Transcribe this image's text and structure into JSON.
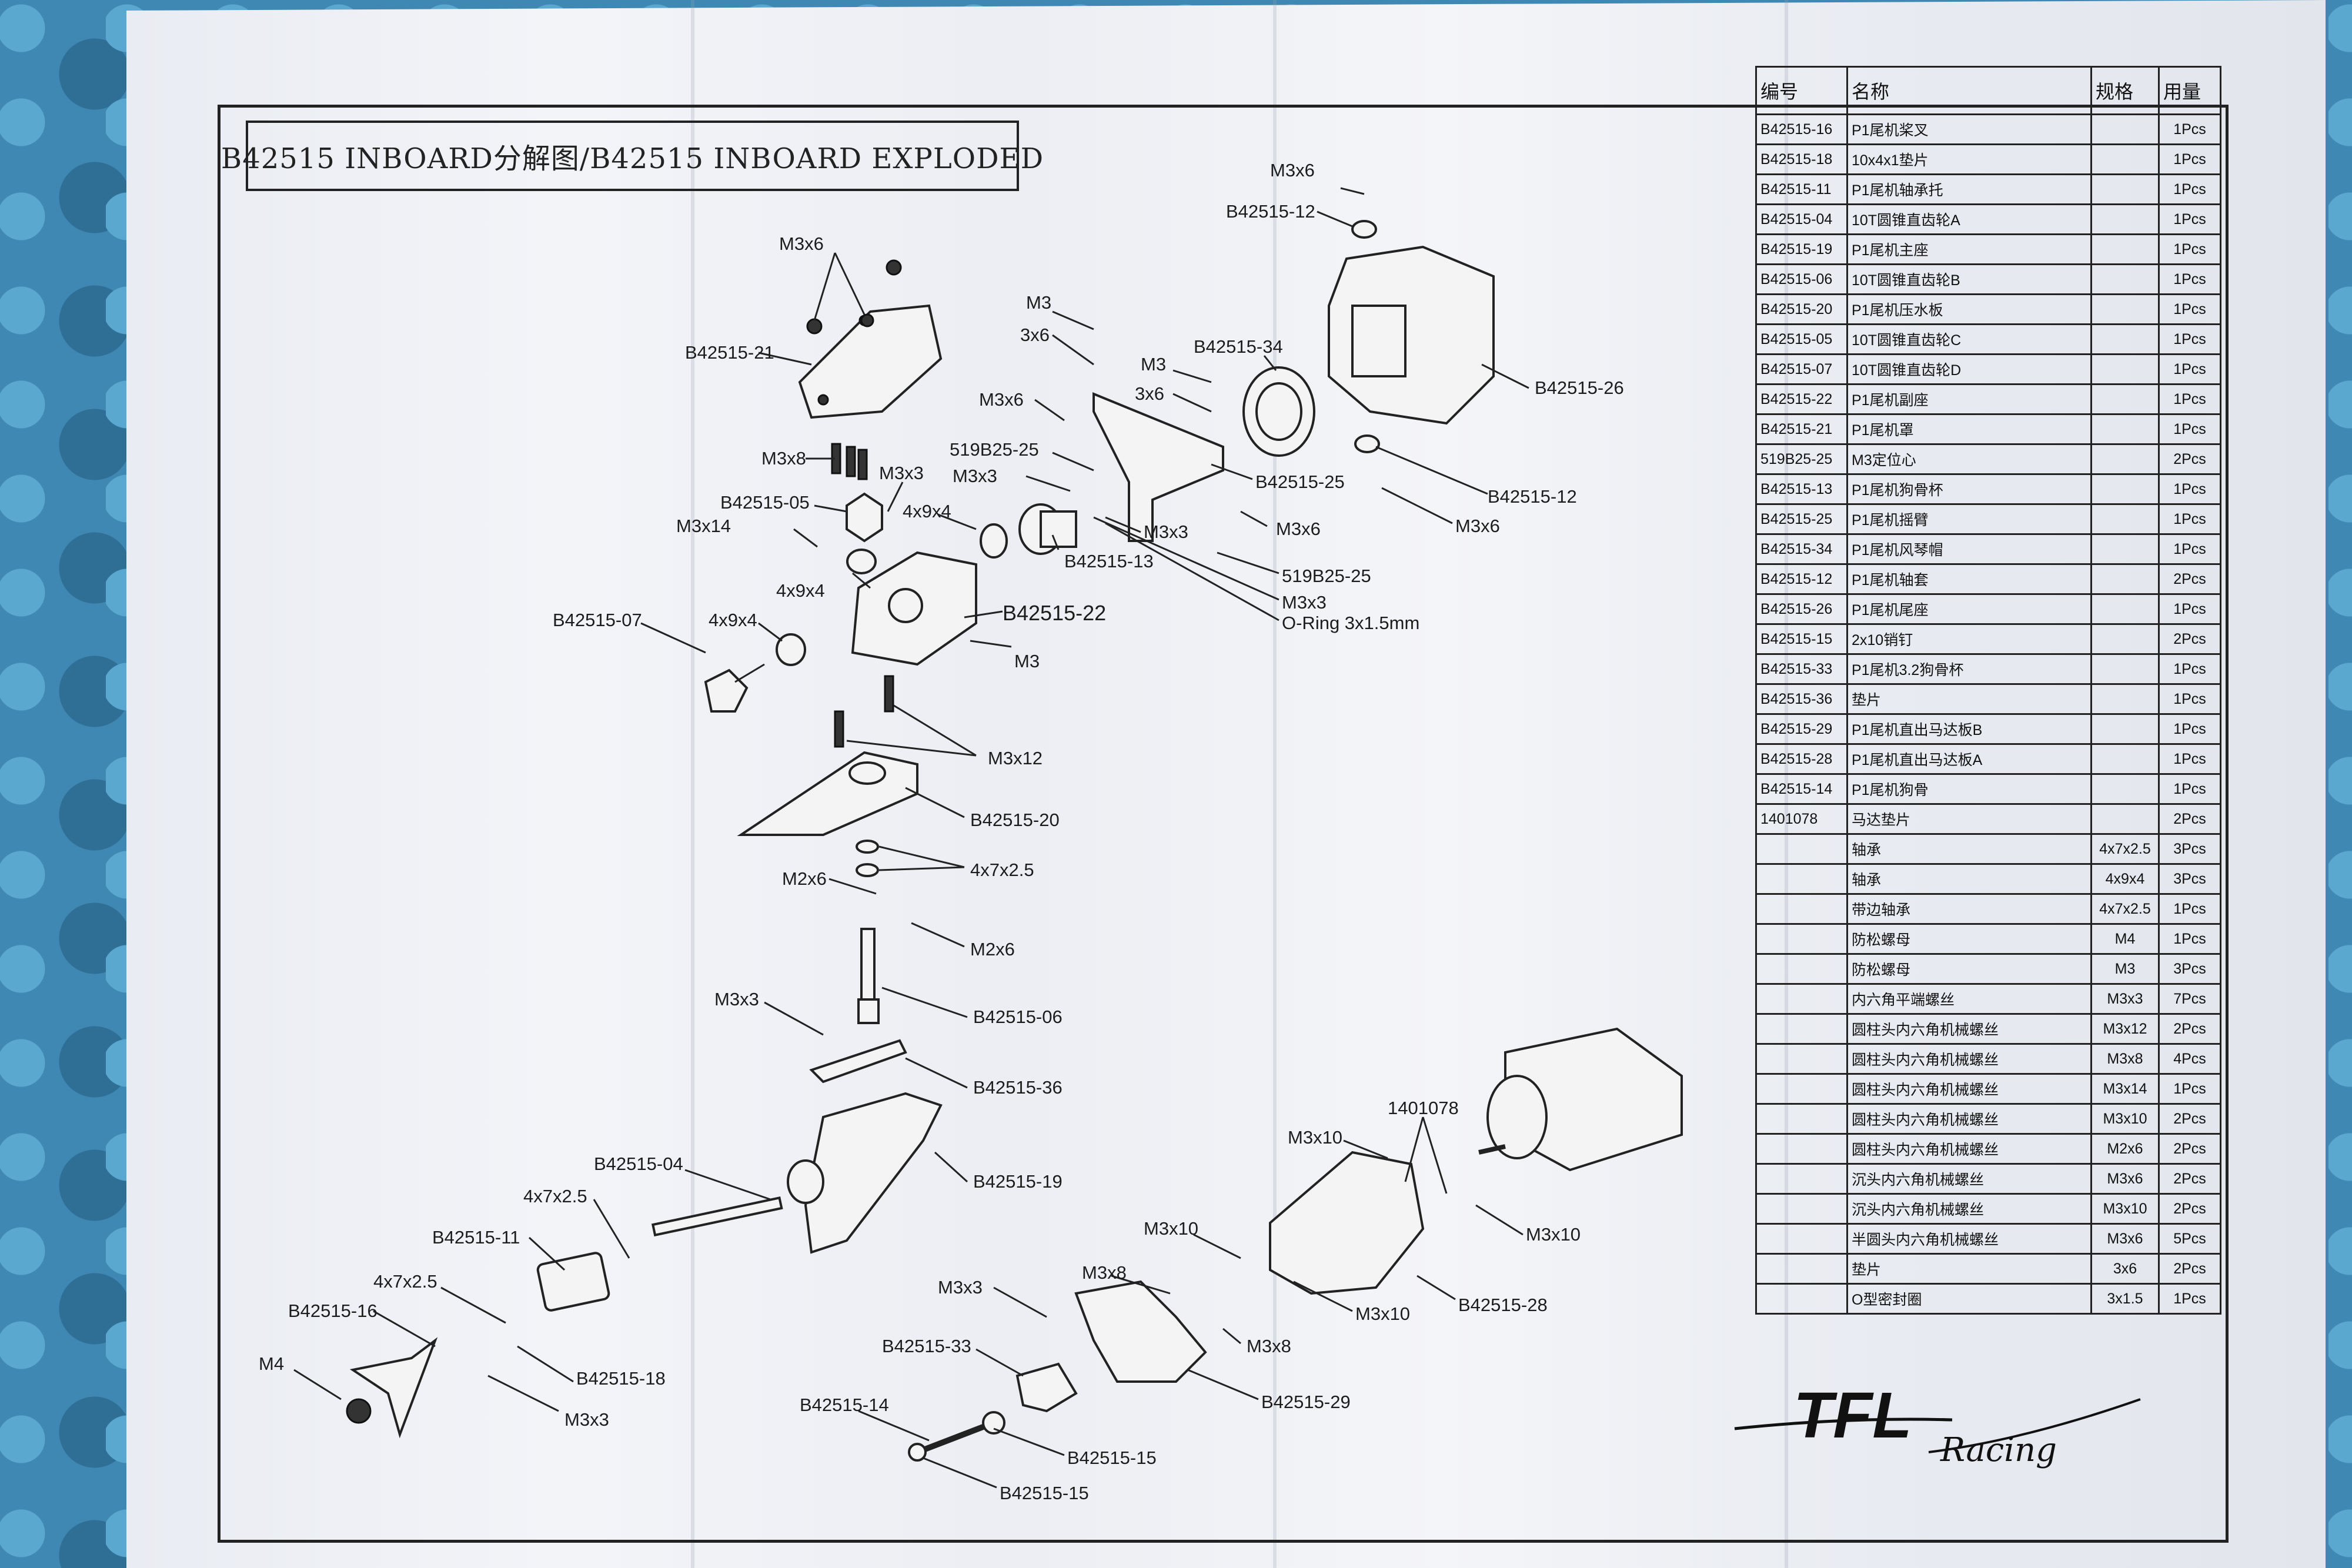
{
  "title": "B42515 INBOARD分解图/B42515 INBOARD EXPLODED",
  "bom": {
    "headers": [
      "编号",
      "名称",
      "规格",
      "用量"
    ],
    "rows": [
      {
        "code": "B42515-16",
        "name": "P1尾机桨叉",
        "spec": "",
        "qty": "1Pcs"
      },
      {
        "code": "B42515-18",
        "name": "10x4x1垫片",
        "spec": "",
        "qty": "1Pcs"
      },
      {
        "code": "B42515-11",
        "name": "P1尾机轴承托",
        "spec": "",
        "qty": "1Pcs"
      },
      {
        "code": "B42515-04",
        "name": "10T圆锥直齿轮A",
        "spec": "",
        "qty": "1Pcs"
      },
      {
        "code": "B42515-19",
        "name": "P1尾机主座",
        "spec": "",
        "qty": "1Pcs"
      },
      {
        "code": "B42515-06",
        "name": "10T圆锥直齿轮B",
        "spec": "",
        "qty": "1Pcs"
      },
      {
        "code": "B42515-20",
        "name": "P1尾机压水板",
        "spec": "",
        "qty": "1Pcs"
      },
      {
        "code": "B42515-05",
        "name": "10T圆锥直齿轮C",
        "spec": "",
        "qty": "1Pcs"
      },
      {
        "code": "B42515-07",
        "name": "10T圆锥直齿轮D",
        "spec": "",
        "qty": "1Pcs"
      },
      {
        "code": "B42515-22",
        "name": "P1尾机副座",
        "spec": "",
        "qty": "1Pcs"
      },
      {
        "code": "B42515-21",
        "name": "P1尾机罩",
        "spec": "",
        "qty": "1Pcs"
      },
      {
        "code": "519B25-25",
        "name": "M3定位心",
        "spec": "",
        "qty": "2Pcs"
      },
      {
        "code": "B42515-13",
        "name": "P1尾机狗骨杯",
        "spec": "",
        "qty": "1Pcs"
      },
      {
        "code": "B42515-25",
        "name": "P1尾机摇臂",
        "spec": "",
        "qty": "1Pcs"
      },
      {
        "code": "B42515-34",
        "name": "P1尾机风琴帽",
        "spec": "",
        "qty": "1Pcs"
      },
      {
        "code": "B42515-12",
        "name": "P1尾机轴套",
        "spec": "",
        "qty": "2Pcs"
      },
      {
        "code": "B42515-26",
        "name": "P1尾机尾座",
        "spec": "",
        "qty": "1Pcs"
      },
      {
        "code": "B42515-15",
        "name": "2x10销钉",
        "spec": "",
        "qty": "2Pcs"
      },
      {
        "code": "B42515-33",
        "name": "P1尾机3.2狗骨杯",
        "spec": "",
        "qty": "1Pcs"
      },
      {
        "code": "B42515-36",
        "name": "垫片",
        "spec": "",
        "qty": "1Pcs"
      },
      {
        "code": "B42515-29",
        "name": "P1尾机直出马达板B",
        "spec": "",
        "qty": "1Pcs"
      },
      {
        "code": "B42515-28",
        "name": "P1尾机直出马达板A",
        "spec": "",
        "qty": "1Pcs"
      },
      {
        "code": "B42515-14",
        "name": "P1尾机狗骨",
        "spec": "",
        "qty": "1Pcs"
      },
      {
        "code": "1401078",
        "name": "马达垫片",
        "spec": "",
        "qty": "2Pcs"
      },
      {
        "code": "",
        "name": "轴承",
        "spec": "4x7x2.5",
        "qty": "3Pcs"
      },
      {
        "code": "",
        "name": "轴承",
        "spec": "4x9x4",
        "qty": "3Pcs"
      },
      {
        "code": "",
        "name": "带边轴承",
        "spec": "4x7x2.5",
        "qty": "1Pcs"
      },
      {
        "code": "",
        "name": "防松螺母",
        "spec": "M4",
        "qty": "1Pcs"
      },
      {
        "code": "",
        "name": "防松螺母",
        "spec": "M3",
        "qty": "3Pcs"
      },
      {
        "code": "",
        "name": "内六角平端螺丝",
        "spec": "M3x3",
        "qty": "7Pcs"
      },
      {
        "code": "",
        "name": "圆柱头内六角机械螺丝",
        "spec": "M3x12",
        "qty": "2Pcs"
      },
      {
        "code": "",
        "name": "圆柱头内六角机械螺丝",
        "spec": "M3x8",
        "qty": "4Pcs"
      },
      {
        "code": "",
        "name": "圆柱头内六角机械螺丝",
        "spec": "M3x14",
        "qty": "1Pcs"
      },
      {
        "code": "",
        "name": "圆柱头内六角机械螺丝",
        "spec": "M3x10",
        "qty": "2Pcs"
      },
      {
        "code": "",
        "name": "圆柱头内六角机械螺丝",
        "spec": "M2x6",
        "qty": "2Pcs"
      },
      {
        "code": "",
        "name": "沉头内六角机械螺丝",
        "spec": "M3x6",
        "qty": "2Pcs"
      },
      {
        "code": "",
        "name": "沉头内六角机械螺丝",
        "spec": "M3x10",
        "qty": "2Pcs"
      },
      {
        "code": "",
        "name": "半圆头内六角机械螺丝",
        "spec": "M3x6",
        "qty": "5Pcs"
      },
      {
        "code": "",
        "name": "垫片",
        "spec": "3x6",
        "qty": "2Pcs"
      },
      {
        "code": "",
        "name": "O型密封圈",
        "spec": "3x1.5",
        "qty": "1Pcs"
      }
    ]
  },
  "labels": {
    "m3x6_a": "M3x6",
    "b21": "B42515-21",
    "m3x8_a": "M3x8",
    "m3x3_a": "M3x3",
    "b05": "B42515-05",
    "m3x14": "M3x14",
    "x4x9x4_a": "4x9x4",
    "x4x9x4_b": "4x9x4",
    "b07": "B42515-07",
    "x4x9x4_c": "4x9x4",
    "b22": "B42515-22",
    "m3_a": "M3",
    "b13": "B42515-13",
    "m3_b": "M3",
    "x3x6_a": "3x6",
    "m3x6_b": "M3x6",
    "m3_c": "M3",
    "x3x6_b": "3x6",
    "b34": "B42515-34",
    "r25_a": "519B25-25",
    "m3x3_b": "M3x3",
    "b25": "B42515-25",
    "m3x3_c": "M3x3",
    "m3x6_c": "M3x6",
    "r25_b": "519B25-25",
    "m3x3_d": "M3x3",
    "oring": "O-Ring 3x1.5mm",
    "m3x6_d": "M3x6",
    "b12_a": "B42515-12",
    "b26": "B42515-26",
    "b12_b": "B42515-12",
    "m3x6_e": "M3x6",
    "m3x12": "M3x12",
    "b20": "B42515-20",
    "x4x7x25_a": "4x7x2.5",
    "m2x6_a": "M2x6",
    "m2x6_b": "M2x6",
    "m3x3_e": "M3x3",
    "b06": "B42515-06",
    "b36": "B42515-36",
    "b04": "B42515-04",
    "b19": "B42515-19",
    "x4x7x25_b": "4x7x2.5",
    "b11": "B42515-11",
    "x4x7x25_c": "4x7x2.5",
    "b16": "B42515-16",
    "b18": "B42515-18",
    "m4": "M4",
    "m3x3_f": "M3x3",
    "m3x10_a": "M3x10",
    "r1401078": "1401078",
    "m3x10_b": "M3x10",
    "m3x10_c": "M3x10",
    "m3x3_g": "M3x3",
    "m3x8_b": "M3x8",
    "m3x10_d": "M3x10",
    "b28": "B42515-28",
    "m3x8_c": "M3x8",
    "b33": "B42515-33",
    "b29": "B42515-29",
    "b14": "B42515-14",
    "b15_a": "B42515-15",
    "b15_b": "B42515-15"
  },
  "logo": {
    "brand": "TFL",
    "script": "Racing"
  }
}
